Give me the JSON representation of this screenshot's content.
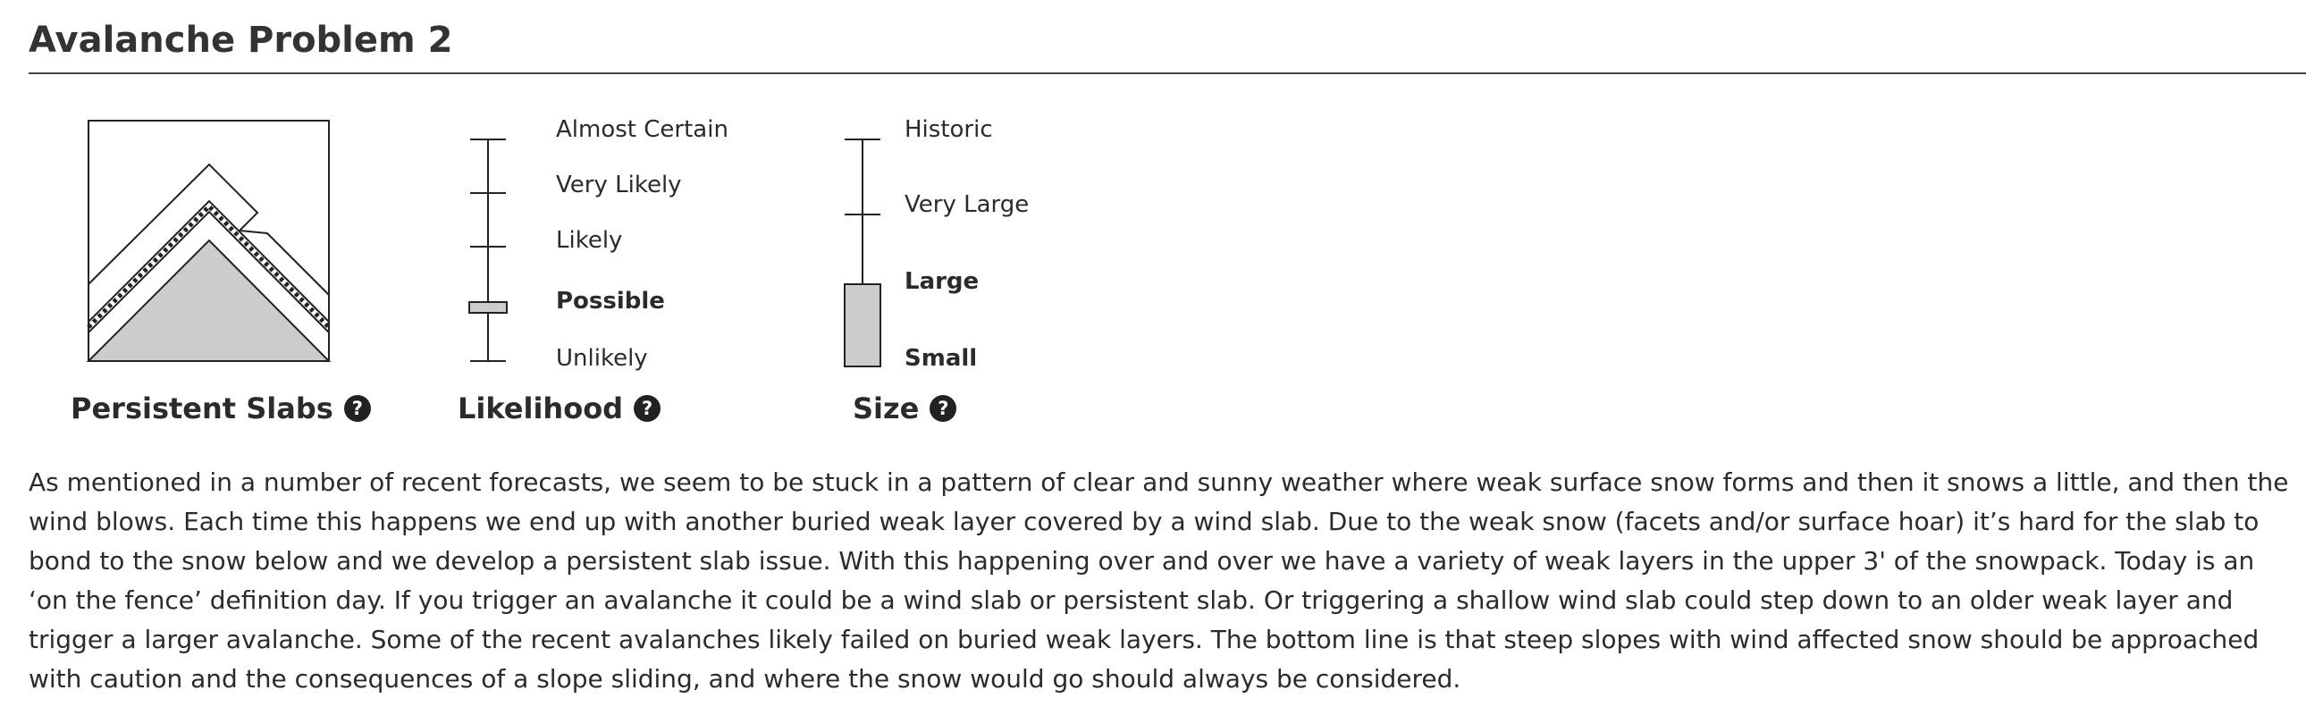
{
  "header": {
    "title": "Avalanche Problem 2"
  },
  "problem": {
    "type_label": "Persistent Slabs",
    "icon": "persistent-slab-icon"
  },
  "likelihood": {
    "caption": "Likelihood",
    "levels": [
      "Almost Certain",
      "Very Likely",
      "Likely",
      "Possible",
      "Unlikely"
    ],
    "selected": "Possible"
  },
  "size": {
    "caption": "Size",
    "levels": [
      "Historic",
      "Very Large",
      "Large",
      "Small"
    ],
    "selected_range": [
      "Small",
      "Large"
    ]
  },
  "help_icon": "?",
  "colors": {
    "fill": "#cccccc",
    "line": "#222222"
  },
  "description": "As mentioned in a number of recent forecasts, we seem to be stuck in a pattern of clear and sunny weather where weak surface snow forms and then it snows a little, and then the wind blows. Each time this happens we end up with another buried weak layer covered by a wind slab. Due to the weak snow (facets and/or surface hoar) it’s hard for the slab to bond to the snow below and we develop a persistent slab issue. With this happening over and over we have a variety of weak layers in the upper 3' of the snowpack.  Today is an ‘on the fence’ definition day. If you trigger an avalanche it could be a wind slab or persistent slab. Or triggering a shallow wind slab could step down to an older weak layer and trigger a larger avalanche. Some of the recent avalanches likely failed on buried weak layers. The bottom line is that steep slopes with wind affected snow should be approached with caution and the consequences of a slope sliding, and where the snow would go should always be considered."
}
